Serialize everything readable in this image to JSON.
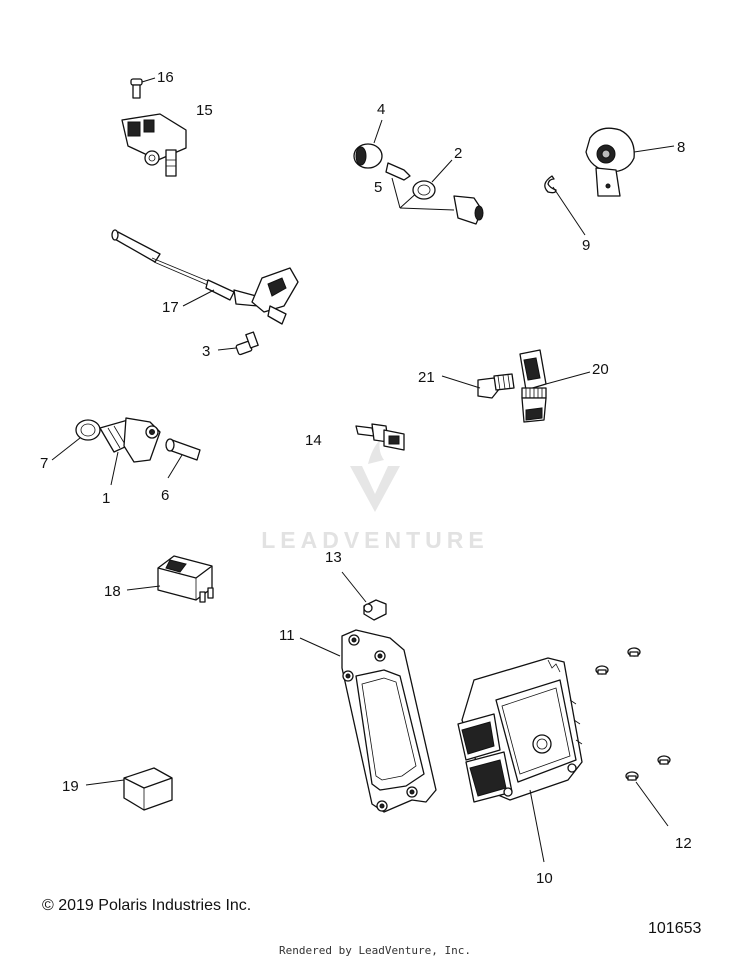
{
  "callouts": {
    "c1": "1",
    "c2": "2",
    "c3": "3",
    "c4": "4",
    "c5": "5",
    "c6": "6",
    "c7": "7",
    "c8": "8",
    "c9": "9",
    "c10": "10",
    "c11": "11",
    "c12": "12",
    "c13": "13",
    "c14": "14",
    "c15": "15",
    "c16": "16",
    "c17": "17",
    "c18": "18",
    "c19": "19",
    "c20": "20",
    "c21": "21"
  },
  "watermark": {
    "brand": "LEADVENTURE"
  },
  "footer": {
    "copyright": "© 2019 Polaris Industries Inc.",
    "drawing_number": "101653",
    "rendered_by": "Rendered by LeadVenture, Inc."
  }
}
